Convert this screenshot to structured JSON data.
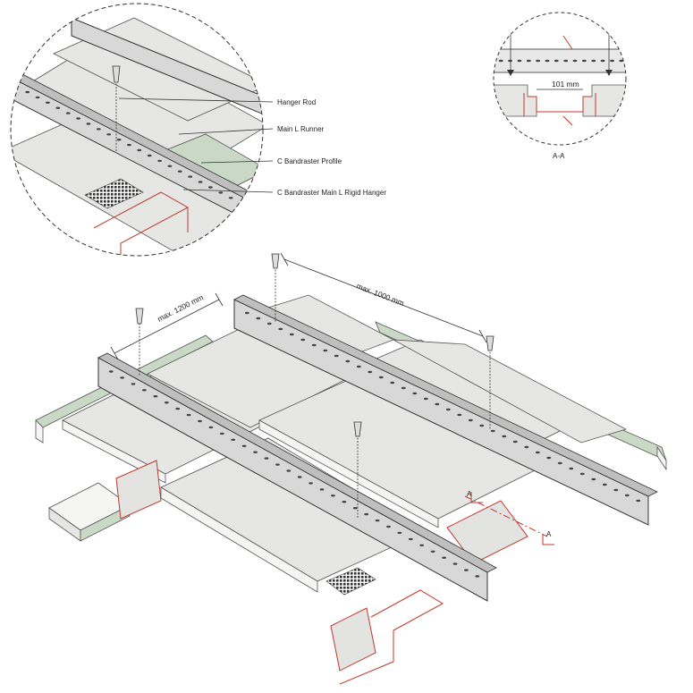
{
  "detail_callouts": {
    "hanger_rod": "Hanger Rod",
    "main_l_runner": "Main L Runner",
    "c_bandraster_profile": "C Bandraster Profile",
    "c_bandraster_main_l_rigid_hanger": "C Bandraster Main L Rigid Hanger"
  },
  "section": {
    "dimension": "101 mm",
    "caption": "A-A",
    "marker": "A"
  },
  "dimensions": {
    "hanger_spacing_runner": "max. 1200 mm",
    "hanger_spacing_along": "max. 1000 mm"
  },
  "colors": {
    "panel": "#e6e6e4",
    "edge_profile": "#c9d9c6",
    "runner": "#d8d8d8",
    "cut_line": "#c0392b"
  }
}
